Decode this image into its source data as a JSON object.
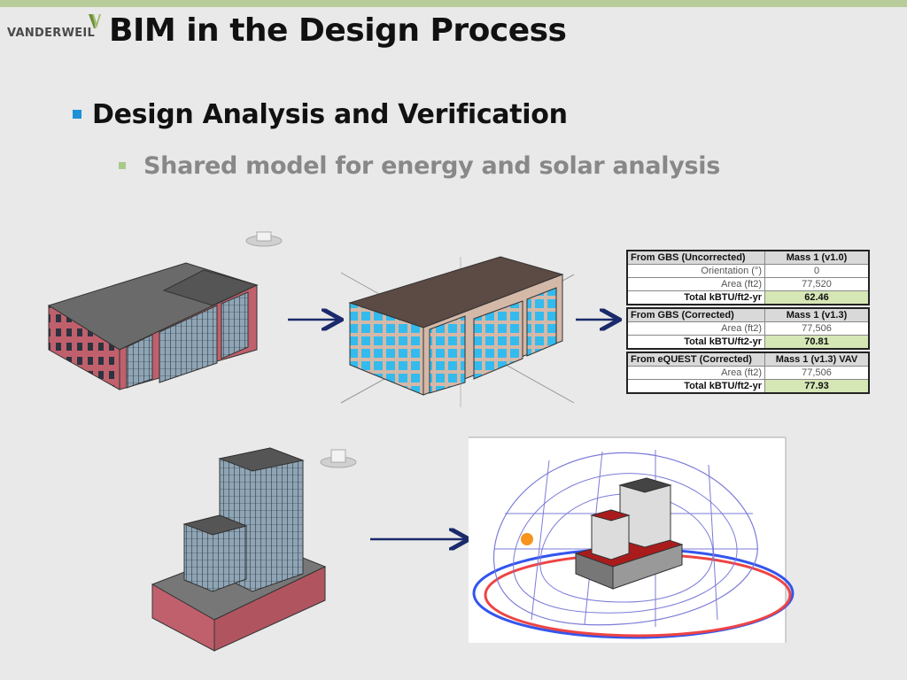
{
  "header": {
    "logo_text": "VANDERWEIL",
    "title": "BIM in the Design Process"
  },
  "bullets": {
    "level1": "Design Analysis and Verification",
    "level2": "Shared model for energy and solar analysis"
  },
  "results_table": [
    {
      "header": [
        "From GBS (Uncorrected)",
        "Mass 1 (v1.0)"
      ],
      "rows": [
        [
          "Orientation (°)",
          "0"
        ],
        [
          "Area (ft2)",
          "77,520"
        ]
      ],
      "total": [
        "Total kBTU/ft2-yr",
        "62.46"
      ]
    },
    {
      "header": [
        "From GBS (Corrected)",
        "Mass 1 (v1.3)"
      ],
      "rows": [
        [
          "Area (ft2)",
          "77,506"
        ]
      ],
      "total": [
        "Total kBTU/ft2-yr",
        "70.81"
      ]
    },
    {
      "header": [
        "From eQUEST (Corrected)",
        "Mass 1 (v1.3) VAV"
      ],
      "rows": [
        [
          "Area (ft2)",
          "77,506"
        ]
      ],
      "total": [
        "Total kBTU/ft2-yr",
        "77.93"
      ]
    }
  ],
  "colors": {
    "top_bar": "#b8cc9a",
    "bullet1": "#1e90d8",
    "bullet2": "#a9c98b",
    "arrow": "#1a2a6b",
    "building_brick": "#c0606c",
    "energy_roof": "#5c4a44",
    "energy_glass": "#33bbee",
    "total_cell": "#d6e7b6"
  }
}
